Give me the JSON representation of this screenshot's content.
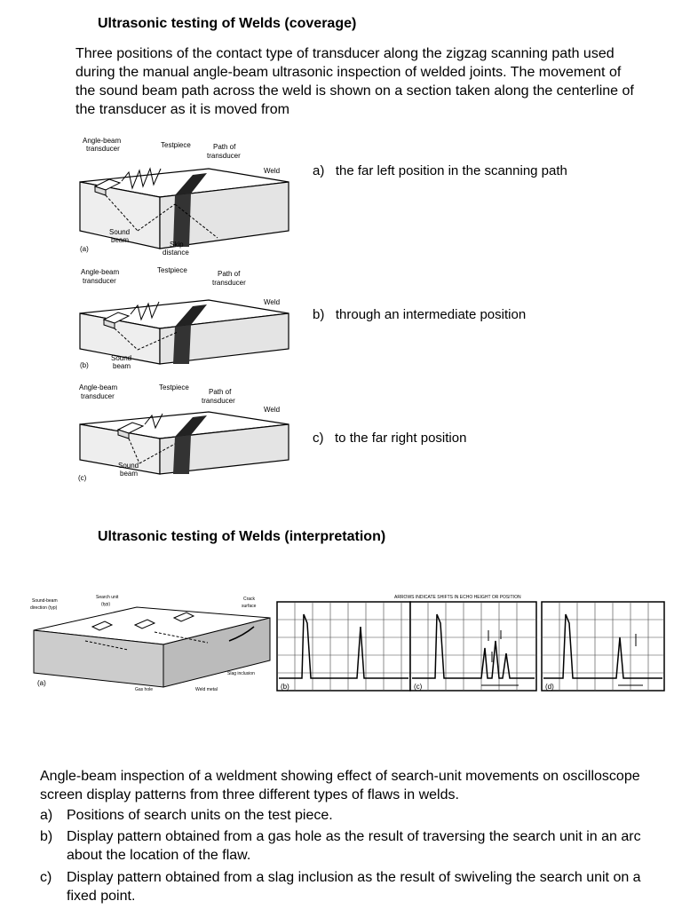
{
  "section1": {
    "title": "Ultrasonic testing of Welds (coverage)",
    "paragraph": "Three positions of the contact type of transducer along the zigzag scanning path used during the manual angle-beam ultrasonic inspection of welded joints. The movement of the sound beam path across the weld is shown on a section taken along the centerline of the transducer as it is moved from",
    "items": [
      {
        "marker": "a)",
        "text": "the far left position in the scanning path"
      },
      {
        "marker": "b)",
        "text": "through an intermediate position"
      },
      {
        "marker": "c)",
        "text": "to the far right position"
      }
    ],
    "figures": {
      "a": {
        "transducer": [
          "Angle-beam",
          "transducer"
        ],
        "testpiece": "Testpiece",
        "path": [
          "Path of",
          "transducer"
        ],
        "weld": "Weld",
        "sound": [
          "Sound",
          "beam"
        ],
        "skip": [
          "Skip",
          "distance"
        ],
        "panel": "(a)"
      },
      "b": {
        "transducer": [
          "Angle-beam",
          "transducer"
        ],
        "testpiece": "Testpiece",
        "path": [
          "Path of",
          "transducer"
        ],
        "weld": "Weld",
        "sound": [
          "Sound",
          "beam"
        ],
        "panel": "(b)"
      },
      "c": {
        "transducer": [
          "Angle-beam",
          "transducer"
        ],
        "testpiece": "Testpiece",
        "path": [
          "Path of",
          "transducer"
        ],
        "weld": "Weld",
        "sound": [
          "Sound",
          "beam"
        ],
        "panel": "(c)"
      }
    }
  },
  "section2": {
    "title": "Ultrasonic testing of Welds (interpretation)",
    "figure": {
      "header": "ARROWS INDICATE SHIFTS IN ECHO HEIGHT OR POSITION",
      "sound_dir": [
        "Sound-beam",
        "direction (typ)"
      ],
      "search_unit": [
        "Search unit",
        "(typ)"
      ],
      "crack": [
        "Crack",
        "surface"
      ],
      "slag": "Slag inclusion",
      "gas": "Gas hole",
      "weld_metal": "Weld metal",
      "panels": [
        "(a)",
        "(b)",
        "(c)",
        "(d)"
      ]
    },
    "caption_intro": "Angle-beam inspection of a weldment showing effect of search-unit movements on oscilloscope screen display patterns from three different types of flaws in welds.",
    "caption_items": [
      {
        "marker": "a)",
        "text": "Positions of search units on the test piece."
      },
      {
        "marker": "b)",
        "text": "Display pattern obtained from a gas hole as the result of traversing the search unit in an arc about the location of the flaw."
      },
      {
        "marker": "c)",
        "text": "Display pattern obtained from a slag inclusion as the result of swiveling the search unit on a fixed point."
      }
    ]
  }
}
